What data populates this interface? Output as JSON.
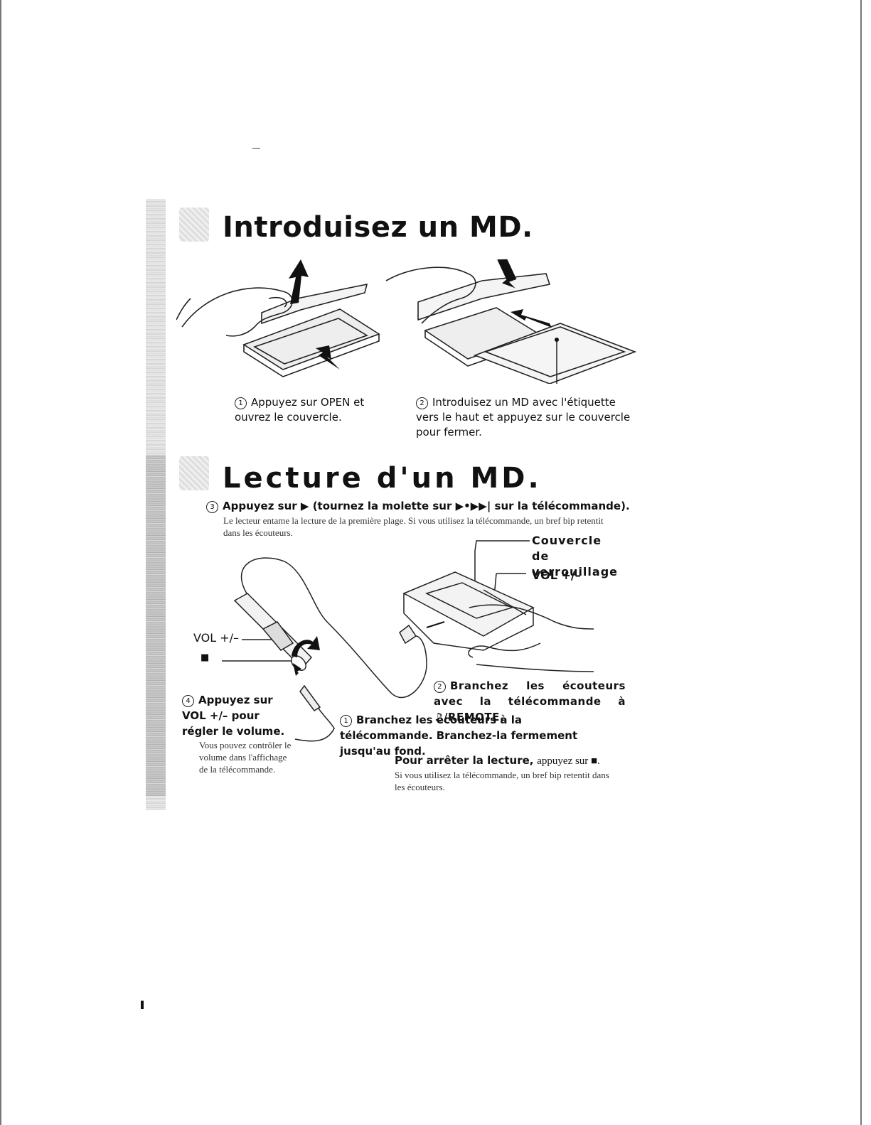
{
  "section1": {
    "title": "Introduisez un MD.",
    "step1": {
      "number": "1",
      "text": "Appuyez sur OPEN et ouvrez le couvercle."
    },
    "step2": {
      "number": "2",
      "text": "Introduisez un MD avec l'étiquette vers le haut et appuyez sur le couvercle pour fermer."
    }
  },
  "section2": {
    "title": "Lecture d'un MD.",
    "step3": {
      "number": "3",
      "text_a": "Appuyez sur",
      "text_b": "(tournez la molette sur",
      "text_c": "sur la télécommande).",
      "note": "Le lecteur entame la lecture de la première plage. Si vous utilisez la télécommande, un bref bip retentit dans les écouteurs."
    },
    "labels": {
      "lock_cover": "Couvercle de verrouillage",
      "vol_player": "VOL +/–",
      "vol_remote": "VOL +/–",
      "stop_symbol": "■"
    },
    "step4": {
      "number": "4",
      "text": "Appuyez sur VOL +/– pour régler le volume.",
      "note": "Vous pouvez contrôler le volume dans l'affichage de la télécommande."
    },
    "connect2": {
      "number": "2",
      "text": "Branchez les écouteurs avec la télécommande à ♫/REMOTE."
    },
    "connect1": {
      "number": "1",
      "text": "Branchez les écouteurs à la télécommande. Branchez-la fermement jusqu'au fond."
    },
    "stop": {
      "bold": "Pour arrêter la lecture,",
      "text": "appuyez sur ■.",
      "note": "Si vous utilisez la télécommande, un bref bip retentit dans les écouteurs."
    }
  }
}
